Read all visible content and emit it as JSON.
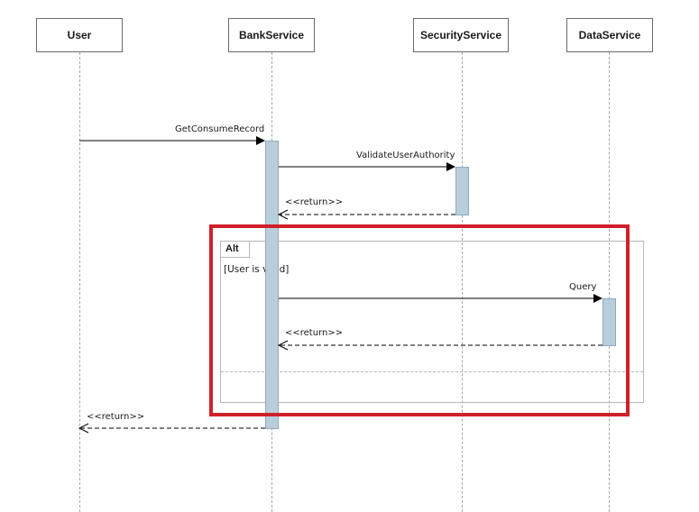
{
  "lifelines": [
    {
      "name": "User"
    },
    {
      "name": "BankService"
    },
    {
      "name": "SecurityService"
    },
    {
      "name": "DataService"
    }
  ],
  "messages": [
    {
      "label": "GetConsumeRecord",
      "from": "User",
      "to": "BankService",
      "kind": "sync"
    },
    {
      "label": "ValidateUserAuthority",
      "from": "BankService",
      "to": "SecurityService",
      "kind": "sync"
    },
    {
      "label": "<<return>>",
      "from": "SecurityService",
      "to": "BankService",
      "kind": "return"
    },
    {
      "label": "Query",
      "from": "BankService",
      "to": "DataService",
      "kind": "sync"
    },
    {
      "label": "<<return>>",
      "from": "DataService",
      "to": "BankService",
      "kind": "return"
    },
    {
      "label": "<<return>>",
      "from": "BankService",
      "to": "User",
      "kind": "return"
    }
  ],
  "fragment": {
    "operator": "Alt",
    "guard": "[User is valid]"
  },
  "colors": {
    "activation": "#b8cedc",
    "highlight": "#d0202a"
  }
}
